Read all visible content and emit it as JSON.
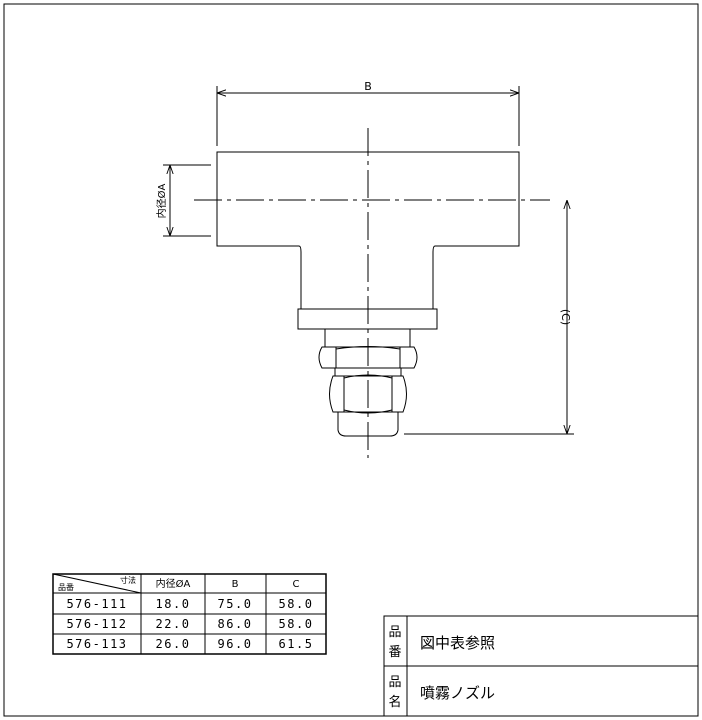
{
  "drawing": {
    "dimension_b_label": "B",
    "dimension_c_label": "(C)",
    "inner_diameter_label": "内径ØA"
  },
  "dimension_table": {
    "corner_left": "品番",
    "corner_right": "寸法",
    "headers": [
      "内径ØA",
      "B",
      "C"
    ],
    "rows": [
      {
        "part": "576-111",
        "a": "18.0",
        "b": "75.0",
        "c": "58.0"
      },
      {
        "part": "576-112",
        "a": "22.0",
        "b": "86.0",
        "c": "58.0"
      },
      {
        "part": "576-113",
        "a": "26.0",
        "b": "96.0",
        "c": "61.5"
      }
    ]
  },
  "title_block": {
    "part_number_label": [
      "品",
      "番"
    ],
    "part_number_value": "図中表参照",
    "product_name_label": [
      "品",
      "名"
    ],
    "product_name_value": "噴霧ノズル"
  }
}
